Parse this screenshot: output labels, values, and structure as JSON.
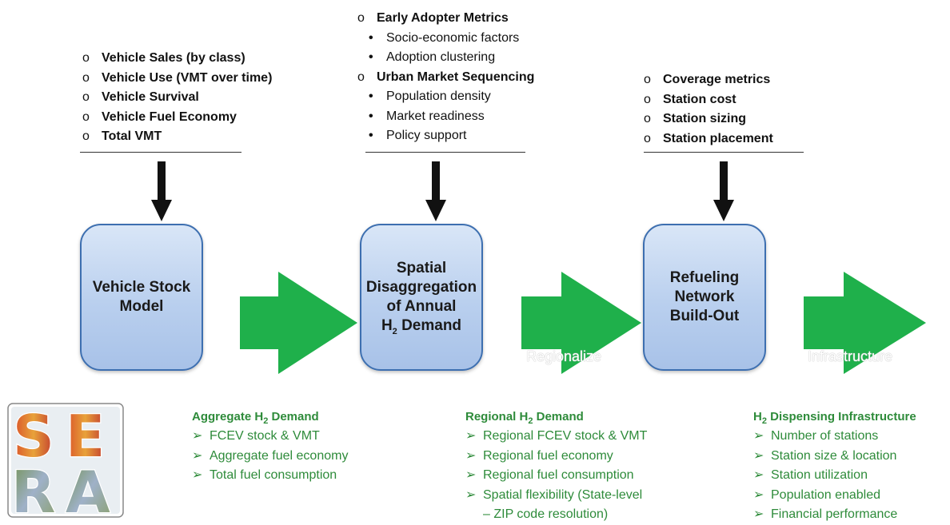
{
  "inputs": {
    "left": [
      {
        "marker": "o",
        "text": "Vehicle Sales (by class)"
      },
      {
        "marker": "o",
        "text": "Vehicle Use (VMT over time)"
      },
      {
        "marker": "o",
        "text": "Vehicle Survival"
      },
      {
        "marker": "o",
        "text": "Vehicle Fuel Economy"
      },
      {
        "marker": "o",
        "text": "Total VMT"
      }
    ],
    "middle": [
      {
        "marker": "o",
        "text": "Early Adopter Metrics",
        "sub": false
      },
      {
        "marker": "•",
        "text": "Socio-economic factors",
        "sub": true
      },
      {
        "marker": "•",
        "text": "Adoption clustering",
        "sub": true
      },
      {
        "marker": "o",
        "text": "Urban Market Sequencing",
        "sub": false
      },
      {
        "marker": "•",
        "text": "Population density",
        "sub": true
      },
      {
        "marker": "•",
        "text": "Market readiness",
        "sub": true
      },
      {
        "marker": "•",
        "text": "Policy support",
        "sub": true
      }
    ],
    "right": [
      {
        "marker": "o",
        "text": "Coverage metrics"
      },
      {
        "marker": "o",
        "text": "Station cost"
      },
      {
        "marker": "o",
        "text": "Station sizing"
      },
      {
        "marker": "o",
        "text": "Station placement"
      }
    ]
  },
  "boxes": {
    "b1": "Vehicle Stock\nModel",
    "b2_pre": "Spatial\nDisaggregation\nof Annual\nH",
    "b2_sub": "2",
    "b2_post": " Demand",
    "b3": "Refueling\nNetwork\nBuild-Out"
  },
  "arrow_labels": {
    "a2": "Regionalize",
    "a3": "Infrastructure"
  },
  "outputs": {
    "o1": {
      "head_pre": "Aggregate H",
      "head_sub": "2",
      "head_post": " Demand",
      "items": [
        "FCEV stock & VMT",
        "Aggregate fuel economy",
        "Total fuel consumption"
      ]
    },
    "o2": {
      "head_pre": "Regional H",
      "head_sub": "2",
      "head_post": " Demand",
      "items": [
        "Regional FCEV stock & VMT",
        "Regional fuel economy",
        "Regional fuel consumption",
        "Spatial flexibility (State-level",
        "– ZIP code resolution)"
      ]
    },
    "o3": {
      "head_pre": "H",
      "head_sub": "2",
      "head_post": " Dispensing Infrastructure",
      "items": [
        "Number of stations",
        "Station size & location",
        "Station utilization",
        "Population enabled",
        "Financial performance"
      ]
    },
    "bullet": "➢"
  },
  "logo": {
    "letters": [
      "S",
      "E",
      "R",
      "A"
    ]
  },
  "colors": {
    "arrow_green": "#1fb04b",
    "box_border": "#3d6fb0",
    "output_text": "#2e8b3a"
  }
}
